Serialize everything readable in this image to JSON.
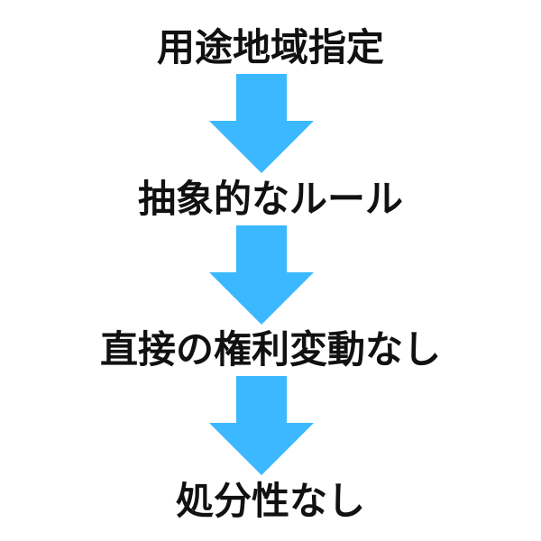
{
  "colors": {
    "arrow": "#3bb8ff",
    "text": "#111111",
    "background": "#ffffff"
  },
  "steps": [
    {
      "label": "用途地域指定"
    },
    {
      "label": "抽象的なルール"
    },
    {
      "label": "直接の権利変動なし"
    },
    {
      "label": "処分性なし"
    }
  ],
  "connectors": [
    {
      "icon": "arrow-down-icon"
    },
    {
      "icon": "arrow-down-icon"
    },
    {
      "icon": "arrow-down-icon"
    }
  ]
}
